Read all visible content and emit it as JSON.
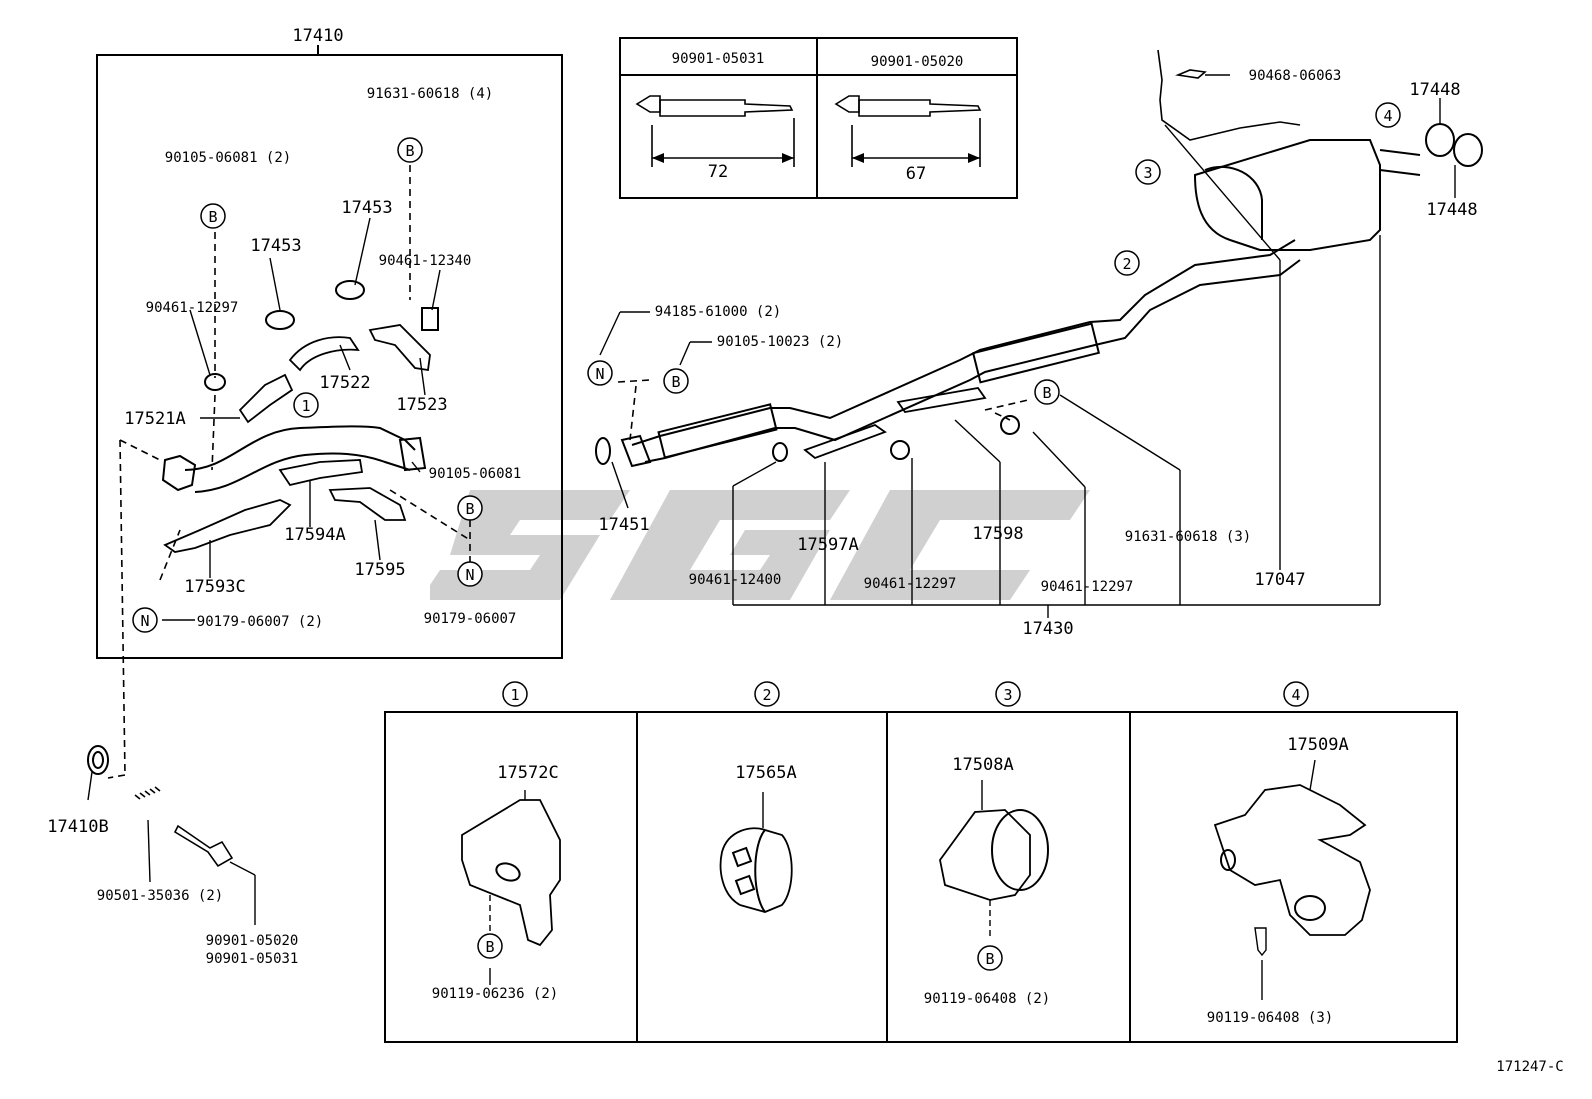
{
  "watermark_text": "SGC",
  "figure_code": "171247-C",
  "left_group": {
    "assembly": "17410",
    "parts": {
      "bolt_top": "91631-60618 (4)",
      "bolt_left": "90105-06081 (2)",
      "clamp_a": "17453",
      "clamp_b": "17453",
      "nut_left": "90461-12297",
      "nut_right": "90461-12340",
      "hose_a": "17522",
      "bracket": "17523",
      "hose_b": "17521A",
      "bolt_right": "90105-06081",
      "heat_ins_a": "17594A",
      "heat_ins_b": "17595",
      "heat_ins_c": "17593C",
      "nut_n1": "90179-06007 (2)",
      "nut_n2": "90179-06007"
    },
    "callout": "1",
    "letter_b": "B",
    "letter_n": "N"
  },
  "lower_left": {
    "gasket": "17410B",
    "spring": "90501-35036 (2)",
    "bolt_1": "90901-05020",
    "bolt_2": "90901-05031"
  },
  "bolt_table": {
    "col1_part": "90901-05031",
    "col1_len": "72",
    "col2_part": "90901-05020",
    "col2_len": "67"
  },
  "right_group": {
    "sensor_bolt": "90468-06063",
    "tail_1": "17448",
    "tail_2": "17448",
    "callouts": [
      "2",
      "3",
      "4"
    ],
    "stud": "94185-61000 (2)",
    "bolt": "90105-10023 (2)",
    "gasket": "17451",
    "nut_a": "90461-12400",
    "insulator": "17597A",
    "nut_b": "90461-12297",
    "insulator_b": "17598",
    "nut_c": "90461-12297",
    "bolt_c": "91631-60618 (3)",
    "sensor": "17047",
    "assembly": "17430"
  },
  "detail_boxes": [
    {
      "callout": "1",
      "part": "17572C",
      "bolt": "90119-06236 (2)"
    },
    {
      "callout": "2",
      "part": "17565A"
    },
    {
      "callout": "3",
      "part": "17508A",
      "bolt": "90119-06408 (2)"
    },
    {
      "callout": "4",
      "part": "17509A",
      "bolt": "90119-06408 (3)"
    }
  ]
}
